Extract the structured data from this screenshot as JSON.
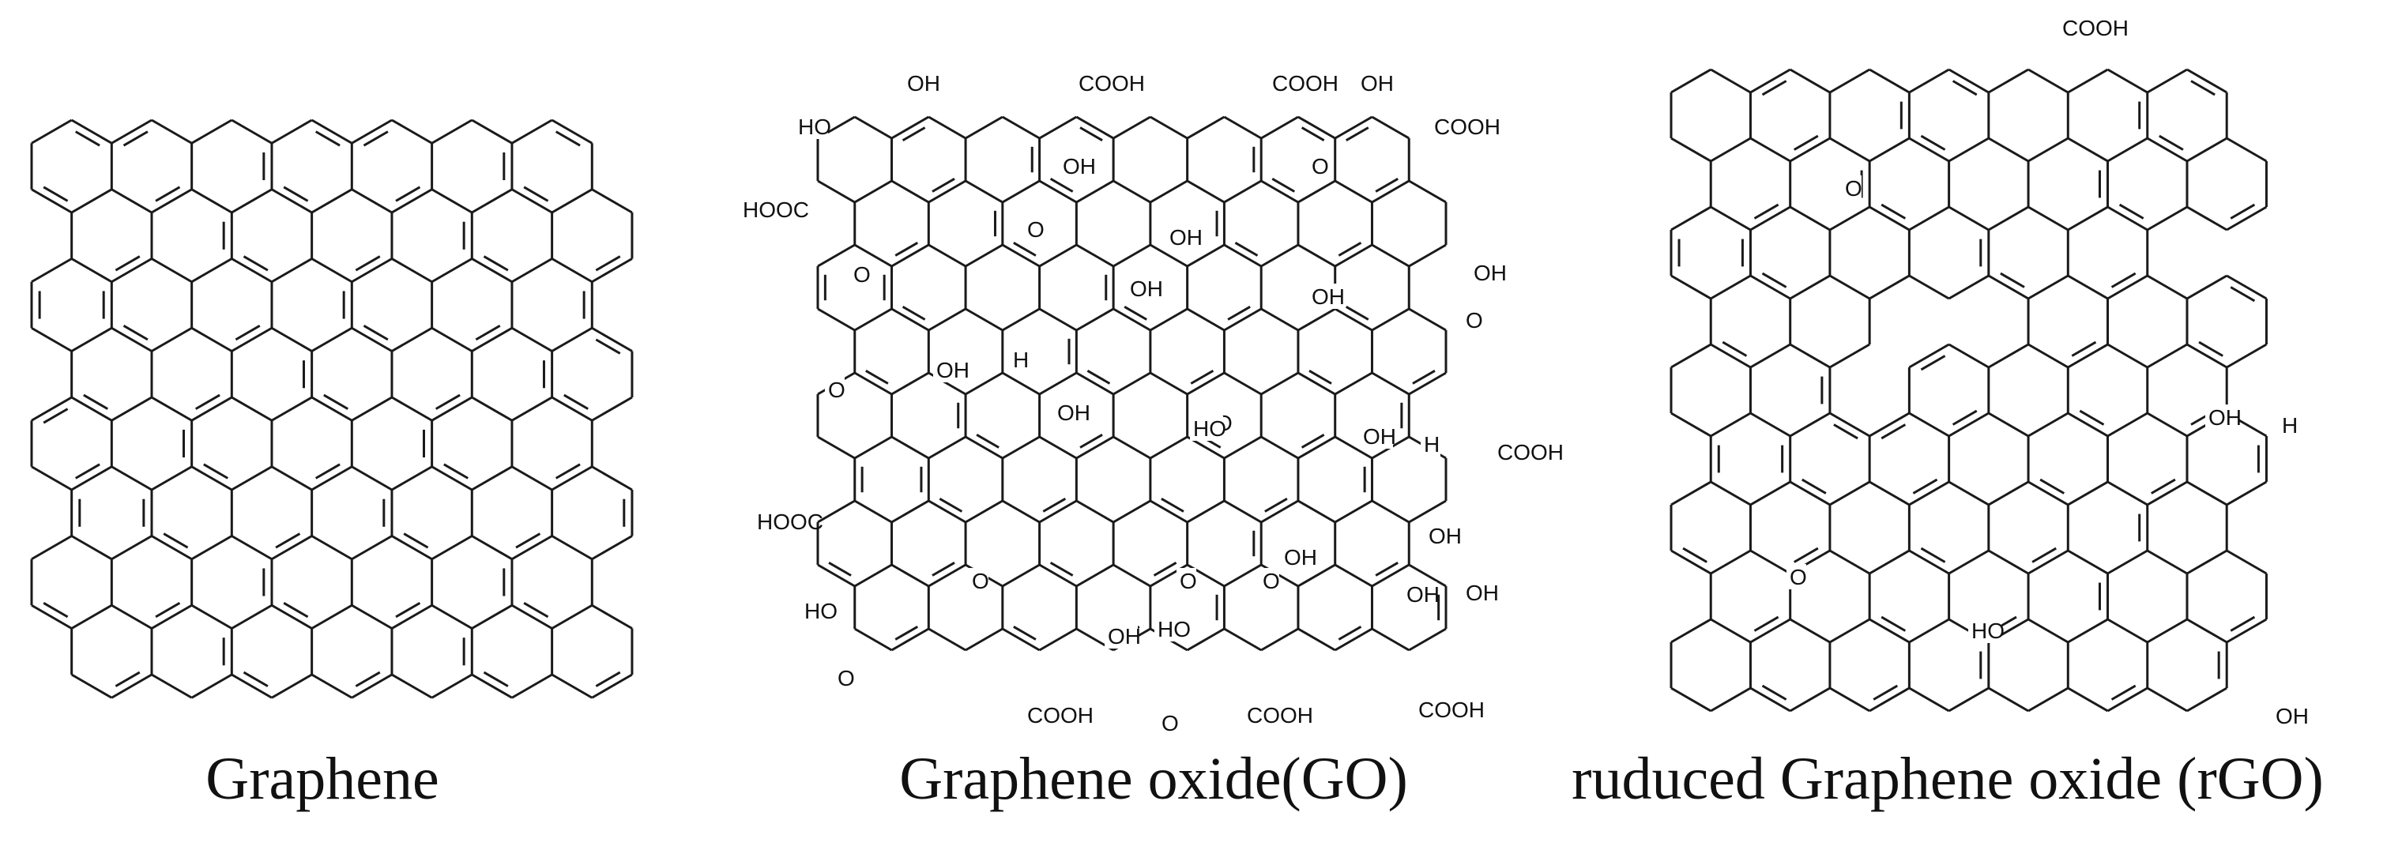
{
  "panels": [
    {
      "caption": "Graphene",
      "groups": []
    },
    {
      "caption": "Graphene oxide(GO)",
      "groups": [
        "OH",
        "COOH",
        "COOH",
        "OH",
        "HO",
        "COOH",
        "OH",
        "HOOC",
        "OH",
        "O",
        "O",
        "OH",
        "O",
        "OH",
        "O",
        "OH",
        "OH",
        "O",
        "H",
        "OH",
        "O",
        "HO",
        "OH",
        "H",
        "COOH",
        "HOOC",
        "O",
        "OH",
        "O",
        "O",
        "OH",
        "HO",
        "OH",
        "HO",
        "OH",
        "OH",
        "O",
        "COOH",
        "O",
        "COOH",
        "COOH"
      ]
    },
    {
      "caption": "ruduced Graphene oxide (rGO)",
      "groups": [
        "COOH",
        "O",
        "OH",
        "H",
        "O",
        "HO",
        "OH"
      ]
    }
  ],
  "colors": {
    "bond": "#1a1a1a",
    "text": "#111111",
    "background": "#ffffff"
  }
}
